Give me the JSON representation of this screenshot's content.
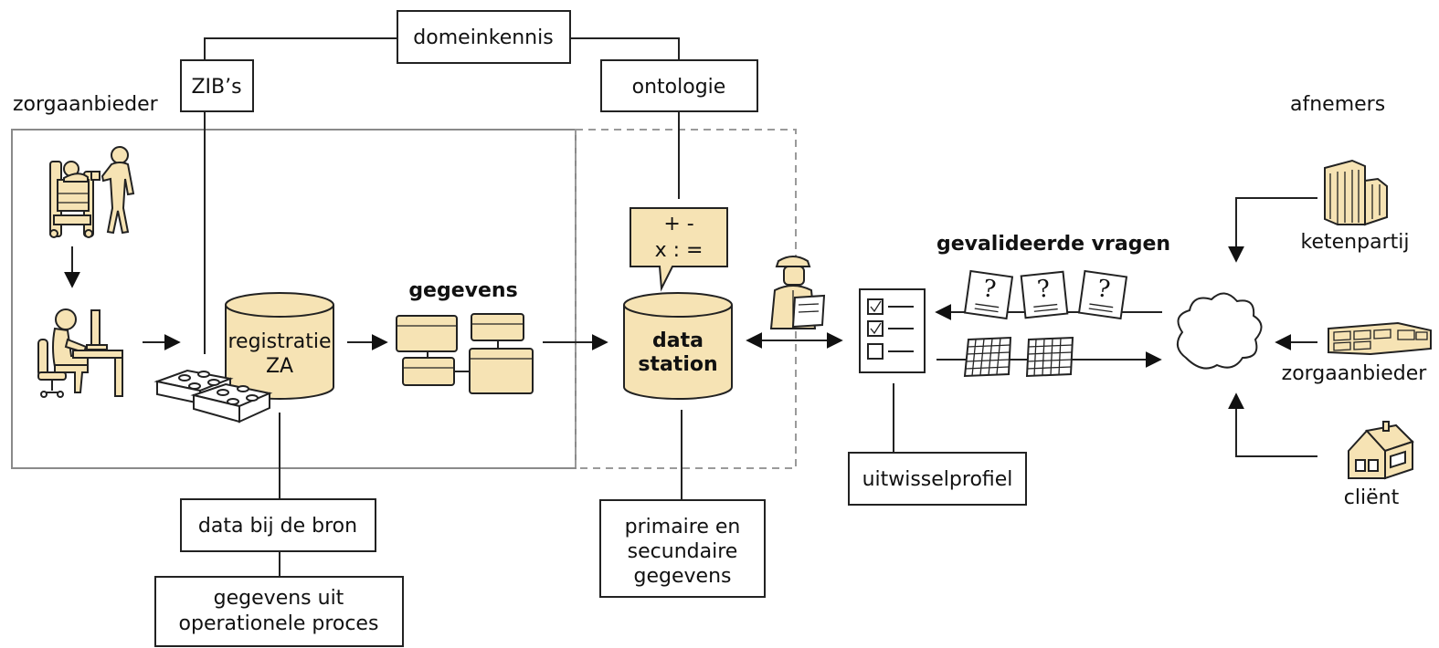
{
  "labels": {
    "domeinkennis": "domeinkennis",
    "zibs": "ZIB’s",
    "ontologie": "ontologie",
    "zorgaanbieder_top": "zorgaanbieder",
    "afnemers": "afnemers",
    "registratie_line1": "registratie",
    "registratie_line2": "ZA",
    "gegevens": "gegevens",
    "calc_line1": "+ -",
    "calc_line2": "x : =",
    "datastation_line1": "data",
    "datastation_line2": "station",
    "gevalideerde_vragen": "gevalideerde vragen",
    "ketenpartij": "ketenpartij",
    "zorgaanbieder_right": "zorgaanbieder",
    "client": "cliënt",
    "uitwisselprofiel": "uitwisselprofiel",
    "data_bij_de_bron": "data bij de bron",
    "gegevens_uit_line1": "gegevens uit",
    "gegevens_uit_line2": "operationele proces",
    "primaire_line1": "primaire en",
    "primaire_line2": "secundaire",
    "primaire_line3": "gegevens",
    "question_mark": "?"
  },
  "colors": {
    "fill": "#f6e3b4",
    "stroke": "#222222",
    "frame": "#8a8a8a"
  },
  "icons": [
    "hospital-bed-icon",
    "person-at-computer-icon",
    "lego-brick-icon",
    "database-icon",
    "data-blocks-icon",
    "calculator-speech-bubble-icon",
    "guard-icon",
    "checklist-icon",
    "question-document-icon",
    "grid-table-icon",
    "cloud-icon",
    "office-building-icon",
    "long-building-icon",
    "house-icon"
  ]
}
